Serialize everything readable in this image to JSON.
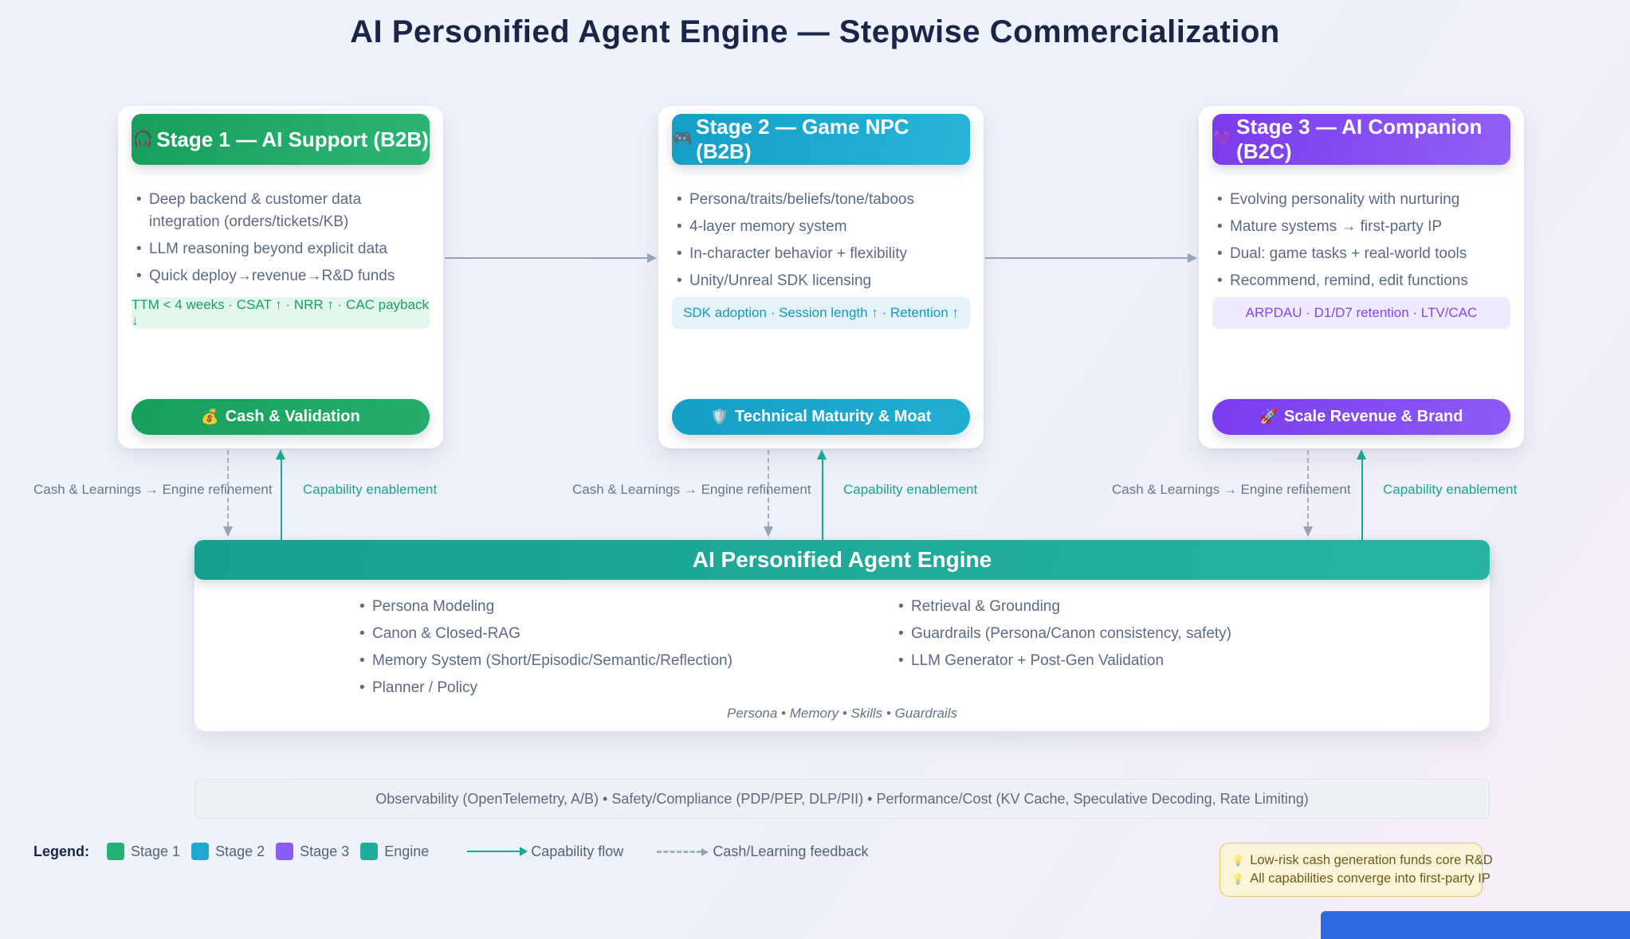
{
  "title": "AI Personified Agent Engine — Stepwise Commercialization",
  "stages": [
    {
      "icon": "🎧",
      "title": "Stage 1 — AI Support (B2B)",
      "bullets": [
        "Deep backend & customer data integration (orders/tickets/KB)",
        "LLM reasoning beyond explicit data",
        "Quick deploy→revenue→R&D funds"
      ],
      "metrics": "TTM < 4 weeks · CSAT ↑ · NRR ↑ · CAC payback ↓",
      "footer_icon": "💰",
      "footer_label": "Cash & Validation",
      "color": "#1fa463"
    },
    {
      "icon": "🎮",
      "title": "Stage 2 — Game NPC (B2B)",
      "bullets": [
        "Persona/traits/beliefs/tone/taboos",
        "4-layer memory system",
        "In-character behavior + flexibility",
        "Unity/Unreal SDK licensing"
      ],
      "metrics": "SDK adoption · Session length ↑ · Retention ↑",
      "footer_icon": "🛡️",
      "footer_label": "Technical Maturity & Moat",
      "color": "#18a6cb"
    },
    {
      "icon": "💜",
      "title": "Stage 3 — AI Companion (B2C)",
      "bullets": [
        "Evolving personality with nurturing",
        "Mature systems → first-party IP",
        "Dual: game tasks + real-world tools",
        "Recommend, remind, edit functions"
      ],
      "metrics": "ARPDAU · D1/D7 retention · LTV/CAC",
      "footer_icon": "🚀",
      "footer_label": "Scale Revenue & Brand",
      "color": "#8250f2"
    }
  ],
  "flow_labels": {
    "feedback": "Cash & Learnings → Engine refinement",
    "enablement": "Capability enablement"
  },
  "engine": {
    "title": "AI Personified Agent Engine",
    "left_bullets": [
      "Persona Modeling",
      "Canon & Closed-RAG",
      "Memory System (Short/Episodic/Semantic/Reflection)",
      "Planner / Policy"
    ],
    "right_bullets": [
      "Retrieval & Grounding",
      "Guardrails (Persona/Canon consistency, safety)",
      "LLM Generator + Post-Gen Validation"
    ],
    "tagline": "Persona • Memory • Skills • Guardrails",
    "color": "#1aa695"
  },
  "infra_bar": "Observability (OpenTelemetry, A/B) • Safety/Compliance (PDP/PEP, DLP/PII) • Performance/Cost (KV Cache, Speculative Decoding, Rate Limiting)",
  "legend": {
    "label": "Legend:",
    "items": [
      {
        "label": "Stage 1",
        "color": "#22b273"
      },
      {
        "label": "Stage 2",
        "color": "#1ea9cf"
      },
      {
        "label": "Stage 3",
        "color": "#8b5cf6"
      },
      {
        "label": "Engine",
        "color": "#1fae9b"
      }
    ],
    "capability_flow": "Capability flow",
    "feedback": "Cash/Learning feedback"
  },
  "note": {
    "icon": "💡",
    "lines": [
      "Low-risk cash generation funds core R&D",
      "All capabilities converge into first-party IP"
    ]
  },
  "colors": {
    "stage1_green": "#1fa463",
    "stage2_cyan": "#18a6cb",
    "stage3_purple": "#8250f2",
    "engine_teal": "#1aa695",
    "capability_teal": "#19a796",
    "feedback_gray": "#a3adbe",
    "note_bg": "#fcf4d6",
    "note_border": "#e6c566",
    "bottom_bar_blue": "#2f6be0"
  }
}
